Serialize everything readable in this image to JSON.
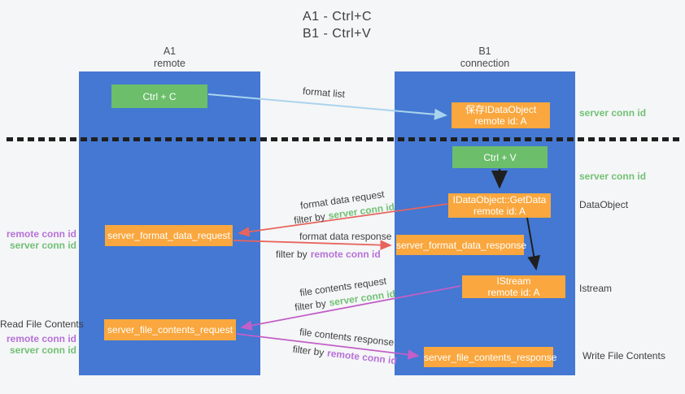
{
  "title": {
    "line1": "A1 - Ctrl+C",
    "line2": "B1 - Ctrl+V"
  },
  "lifelines": {
    "a": {
      "id": "A1",
      "role": "remote"
    },
    "b": {
      "id": "B1",
      "role": "connection"
    }
  },
  "boxes": {
    "ctrl_c": {
      "label": "Ctrl + C"
    },
    "save_dataobject": {
      "line1": "保存IDataObject",
      "line2": "remote id: A"
    },
    "ctrl_v": {
      "label": "Ctrl + V"
    },
    "getdata": {
      "line1": "IDataObject::GetData",
      "line2": "remote id: A"
    },
    "format_request": {
      "label": "server_format_data_request"
    },
    "format_response": {
      "label": "server_format_data_response"
    },
    "istream": {
      "line1": "IStream",
      "line2": "remote id: A"
    },
    "file_request": {
      "label": "server_file_contents_request"
    },
    "file_response": {
      "label": "server_file_contents_response"
    }
  },
  "flow_labels": {
    "format_list": "format list",
    "format_data_request": "format data request",
    "format_data_response": "format data response",
    "file_contents_request": "file contents request",
    "file_contents_response": "file contents response",
    "filter_by": "filter by",
    "server_conn_id": "server conn id",
    "remote_conn_id": "remote conn id"
  },
  "side_labels": {
    "server_conn_id_right_top": "server conn id",
    "server_conn_id_right_mid": "server conn id",
    "dataobject": "DataObject",
    "istream": "Istream",
    "write_file_contents": "Write File Contents",
    "read_file_contents": "Read File Contents",
    "remote_conn_id_left_top": "remote conn id",
    "server_conn_id_left_top": "server conn id",
    "remote_conn_id_left_bottom": "remote conn id",
    "server_conn_id_left_bottom": "server conn id"
  },
  "colors": {
    "background": "#f5f6f7",
    "lifeline_blue": "#4478d2",
    "box_green": "#6cbe6a",
    "box_orange": "#f9a73e",
    "conn_id_green": "#71c175",
    "conn_id_purple": "#b671d8",
    "arrow_red": "#e7645e",
    "arrow_magenta": "#c25fc8",
    "arrow_light_blue": "#a9d4ee",
    "arrow_black": "#1f1f1f"
  }
}
